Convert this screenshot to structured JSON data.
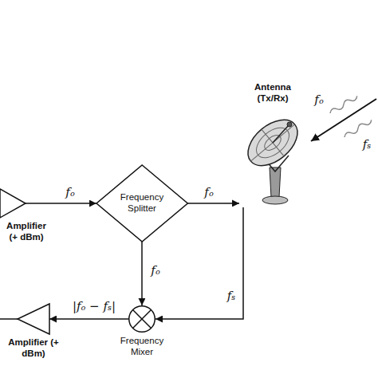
{
  "diagram": {
    "nodes": [
      {
        "text": [
          "Amplifier (+ dBm)"
        ]
      },
      {
        "text": [
          "Frequency Splitter"
        ]
      },
      {
        "text": [
          "Antenna (Tx/Rx)"
        ]
      },
      {
        "text": [
          "Frequency Mixer"
        ]
      },
      {
        "text": [
          "Amplifier (+ dBm)"
        ]
      }
    ],
    "edges": [
      {
        "from": 0,
        "to": 1,
        "label": "fₒ",
        "arrow": "to"
      },
      {
        "from": 1,
        "to": 2,
        "label": "fₒ",
        "arrow": "to"
      },
      {
        "from": 1,
        "to": 3,
        "label": "fₒ",
        "arrow": "to"
      },
      {
        "from": 2,
        "to": 3,
        "label": "fₛ",
        "arrow": "to"
      },
      {
        "from": 3,
        "to": 4,
        "label": "|fₒ − fₛ|",
        "arrow": "to"
      }
    ],
    "labels": [
      "fₒ",
      "fₛ"
    ]
  }
}
